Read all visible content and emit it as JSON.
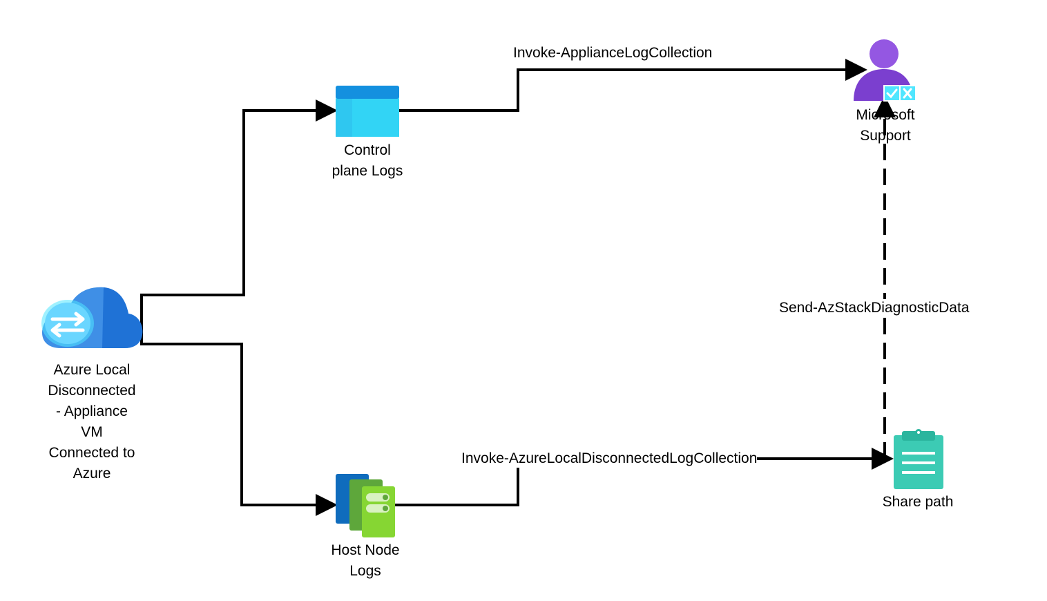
{
  "nodes": {
    "appliance": {
      "label": "Azure Local\nDisconnected\n- Appliance\nVM\nConnected to\nAzure",
      "icon": "cloud-sync-icon"
    },
    "control_plane": {
      "label": "Control\nplane Logs",
      "icon": "window-icon"
    },
    "host_node": {
      "label": "Host Node\nLogs",
      "icon": "servers-icon"
    },
    "support": {
      "label": "Microsoft\nSupport",
      "icon": "user-check-icon"
    },
    "share": {
      "label": "Share path",
      "icon": "clipboard-icon"
    }
  },
  "edges": {
    "control_to_support": "Invoke-ApplianceLogCollection",
    "host_to_share": "Invoke-AzureLocalDisconnectedLogCollection",
    "share_to_support": "Send-AzStackDiagnosticData"
  },
  "colors": {
    "line": "#000000",
    "cloud_dark": "#1a73d4",
    "cloud_light": "#5ea0ef",
    "cloud_inner": "#50e6ff",
    "window_dark": "#1490df",
    "window_light": "#50e6ff",
    "server_blue": "#0f6cbd",
    "server_green": "#86d633",
    "person": "#8a4fd8",
    "badge": "#50e6ff",
    "clipboard": "#3ccbb4"
  }
}
